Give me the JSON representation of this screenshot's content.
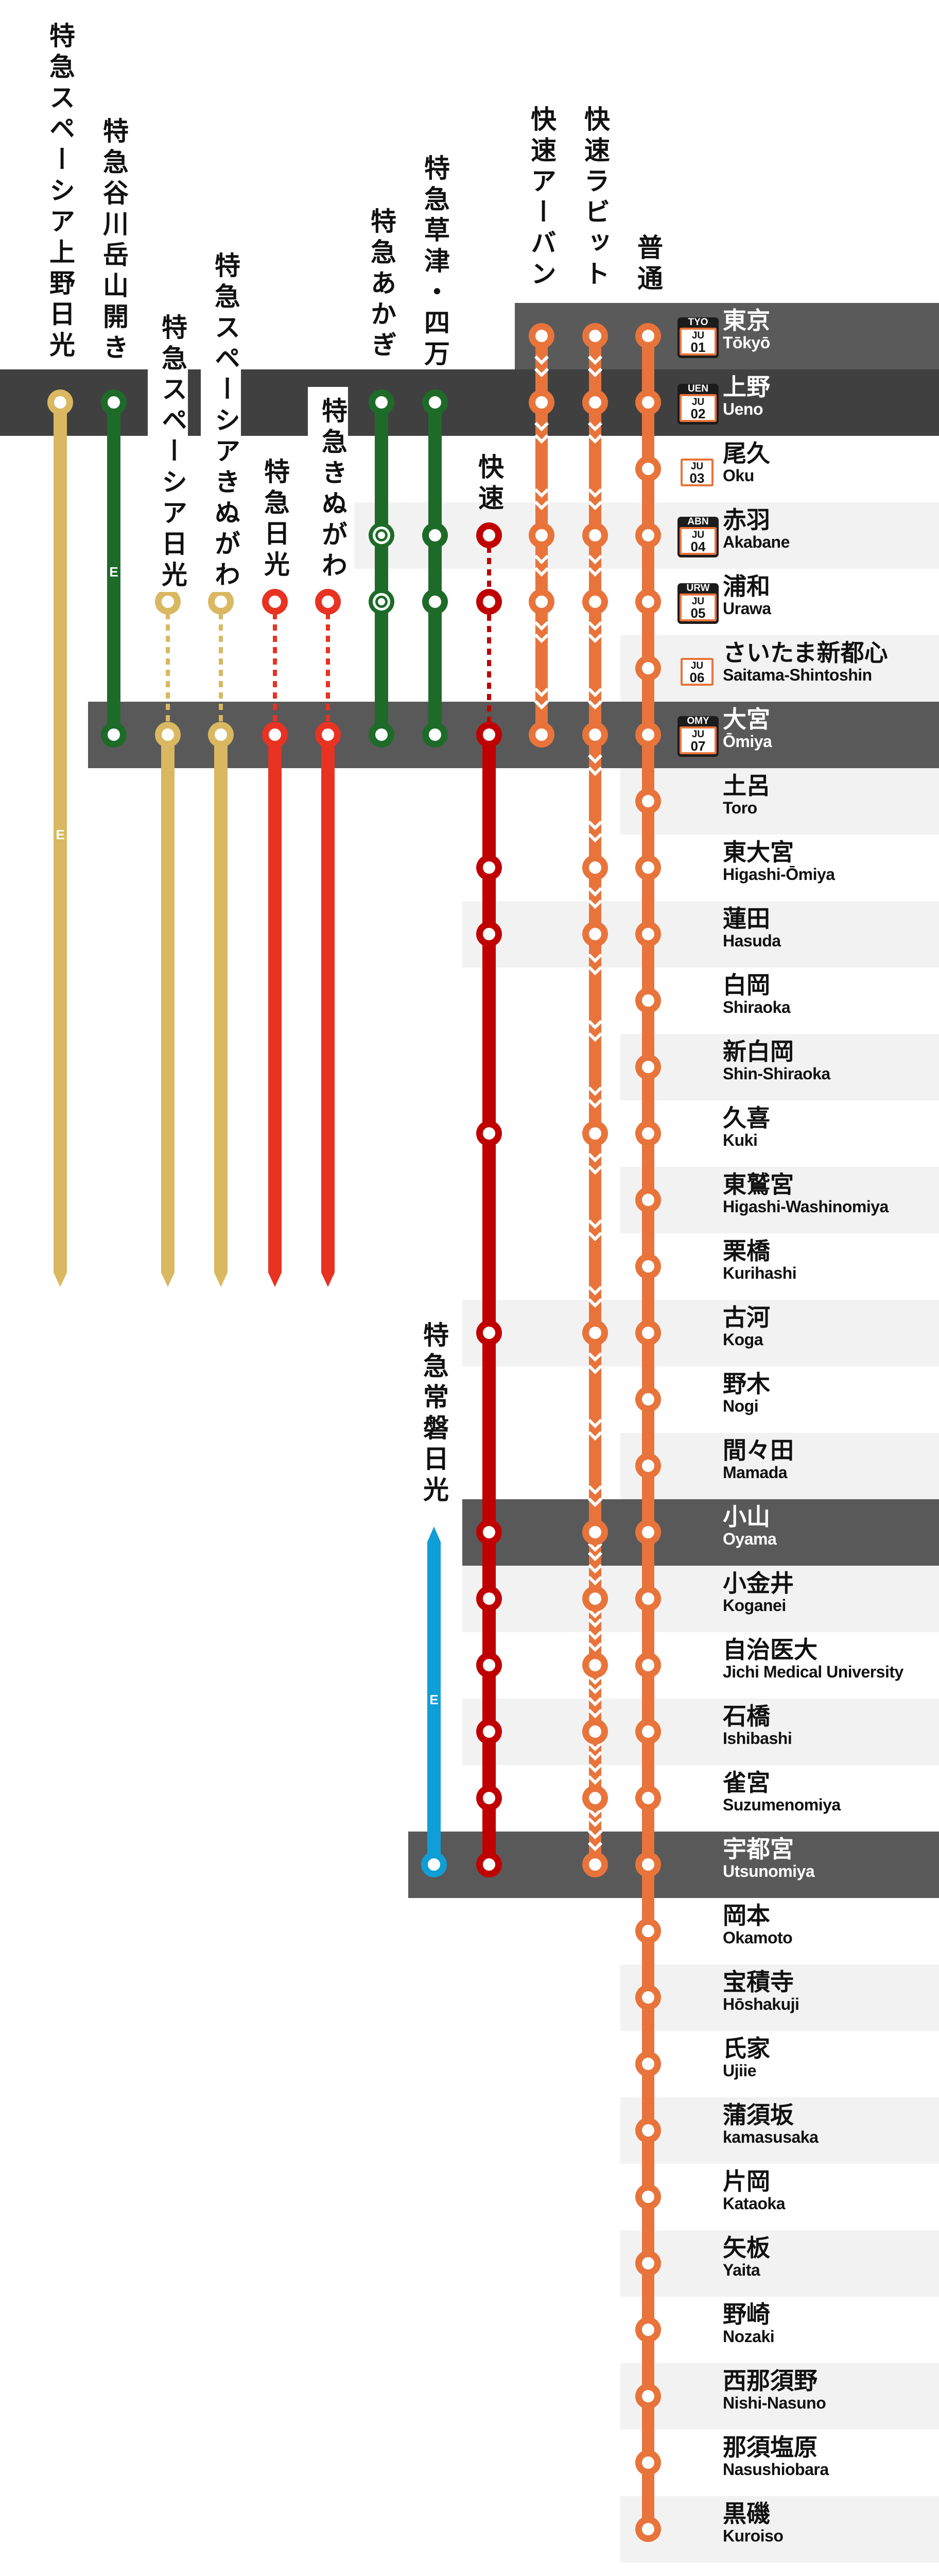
{
  "lines": [
    {
      "id": "spacia-ueno-nikko",
      "label": "特急スペーシア上野日光",
      "color": "#d9b861",
      "stops": [
        1
      ],
      "mark": "E",
      "continues_beyond": true
    },
    {
      "id": "tanigawa",
      "label": "特急谷川岳山開き",
      "color": "#1e6b29",
      "stops": [
        1,
        6
      ],
      "mark": "E"
    },
    {
      "id": "spacia-nikko",
      "label": "特急スペーシア日光",
      "color": "#d9b861",
      "stops": [
        4,
        6
      ],
      "non_stop_dotted": [
        4,
        6
      ],
      "continues_beyond": true
    },
    {
      "id": "spacia-kinugawa",
      "label": "特急スペーシアきぬがわ",
      "color": "#d9b861",
      "stops": [
        4,
        6
      ],
      "non_stop_dotted": [
        4,
        6
      ],
      "continues_beyond": true
    },
    {
      "id": "nikko",
      "label": "特急日光",
      "color": "#e83222",
      "stops": [
        4,
        6
      ],
      "non_stop_dotted": [
        4,
        6
      ],
      "continues_beyond": true
    },
    {
      "id": "kinugawa",
      "label": "特急きぬがわ",
      "color": "#e83222",
      "stops": [
        4,
        6
      ],
      "non_stop_dotted": [
        4,
        6
      ],
      "continues_beyond": true
    },
    {
      "id": "akagi",
      "label": "特急あかぎ",
      "color": "#1e6b29",
      "stops": [
        1,
        3,
        4,
        6
      ],
      "ring_stops": [
        3,
        4
      ]
    },
    {
      "id": "kusatsu-shima",
      "label": "特急草津・四万",
      "color": "#1e6b29",
      "stops": [
        1,
        3,
        4,
        6
      ]
    },
    {
      "id": "kaisoku",
      "label": "快速",
      "color": "#c00000",
      "stops": [
        3,
        4,
        6,
        8,
        9,
        12,
        15,
        18,
        19,
        20,
        21,
        22,
        23
      ],
      "non_stop_dotted": [
        3,
        6
      ]
    },
    {
      "id": "rapid-urban",
      "label": "快速アーバン",
      "color": "#e8743b",
      "stops": [
        0,
        1,
        3,
        4,
        6
      ],
      "chevrons": true
    },
    {
      "id": "rapid-rabbit",
      "label": "快速ラビット",
      "color": "#e8743b",
      "stops": [
        0,
        1,
        3,
        4,
        6,
        8,
        9,
        12,
        15,
        18,
        19,
        20,
        21,
        22,
        23
      ],
      "chevrons": true
    },
    {
      "id": "local",
      "label": "普通",
      "color": "#e8743b",
      "stops": [
        0,
        1,
        2,
        3,
        4,
        5,
        6,
        7,
        8,
        9,
        10,
        11,
        12,
        13,
        14,
        15,
        16,
        17,
        18,
        19,
        20,
        21,
        22,
        23,
        24,
        25,
        26,
        27,
        28,
        29,
        30,
        31,
        32,
        33
      ]
    },
    {
      "id": "joban-nikko",
      "label": "特急常磐日光",
      "color": "#0f9ed5",
      "stops": [
        23
      ],
      "mark": "E",
      "continues_from_beyond": true
    }
  ],
  "stations": [
    {
      "ja": "東京",
      "en": "Tōkyō",
      "code": "TYO",
      "line_code": "JU",
      "number": "01"
    },
    {
      "ja": "上野",
      "en": "Ueno",
      "code": "UEN",
      "line_code": "JU",
      "number": "02"
    },
    {
      "ja": "尾久",
      "en": "Oku",
      "line_code": "JU",
      "number": "03"
    },
    {
      "ja": "赤羽",
      "en": "Akabane",
      "code": "ABN",
      "line_code": "JU",
      "number": "04"
    },
    {
      "ja": "浦和",
      "en": "Urawa",
      "code": "URW",
      "line_code": "JU",
      "number": "05"
    },
    {
      "ja": "さいたま新都心",
      "en": "Saitama-Shintoshin",
      "line_code": "JU",
      "number": "06"
    },
    {
      "ja": "大宮",
      "en": "Ōmiya",
      "code": "OMY",
      "line_code": "JU",
      "number": "07"
    },
    {
      "ja": "土呂",
      "en": "Toro"
    },
    {
      "ja": "東大宮",
      "en": "Higashi-Ōmiya"
    },
    {
      "ja": "蓮田",
      "en": "Hasuda"
    },
    {
      "ja": "白岡",
      "en": "Shiraoka"
    },
    {
      "ja": "新白岡",
      "en": "Shin-Shiraoka"
    },
    {
      "ja": "久喜",
      "en": "Kuki"
    },
    {
      "ja": "東鷲宮",
      "en": "Higashi-Washinomiya"
    },
    {
      "ja": "栗橋",
      "en": "Kurihashi"
    },
    {
      "ja": "古河",
      "en": "Koga"
    },
    {
      "ja": "野木",
      "en": "Nogi"
    },
    {
      "ja": "間々田",
      "en": "Mamada"
    },
    {
      "ja": "小山",
      "en": "Oyama"
    },
    {
      "ja": "小金井",
      "en": "Koganei"
    },
    {
      "ja": "自治医大",
      "en": "Jichi Medical University"
    },
    {
      "ja": "石橋",
      "en": "Ishibashi"
    },
    {
      "ja": "雀宮",
      "en": "Suzumenomiya"
    },
    {
      "ja": "宇都宮",
      "en": "Utsunomiya"
    },
    {
      "ja": "岡本",
      "en": "Okamoto"
    },
    {
      "ja": "宝積寺",
      "en": "Hōshakuji"
    },
    {
      "ja": "氏家",
      "en": "Ujiie"
    },
    {
      "ja": "蒲須坂",
      "en": "kamasusaka"
    },
    {
      "ja": "片岡",
      "en": "Kataoka"
    },
    {
      "ja": "矢板",
      "en": "Yaita"
    },
    {
      "ja": "野崎",
      "en": "Nozaki"
    },
    {
      "ja": "西那須野",
      "en": "Nishi-Nasuno"
    },
    {
      "ja": "那須塩原",
      "en": "Nasushiobara"
    },
    {
      "ja": "黒磯",
      "en": "Kuroiso"
    }
  ],
  "colors": {
    "band_dark": "#595959",
    "band_darker": "#404040",
    "row_alt": "#f2f2f2",
    "white": "#ffffff"
  }
}
